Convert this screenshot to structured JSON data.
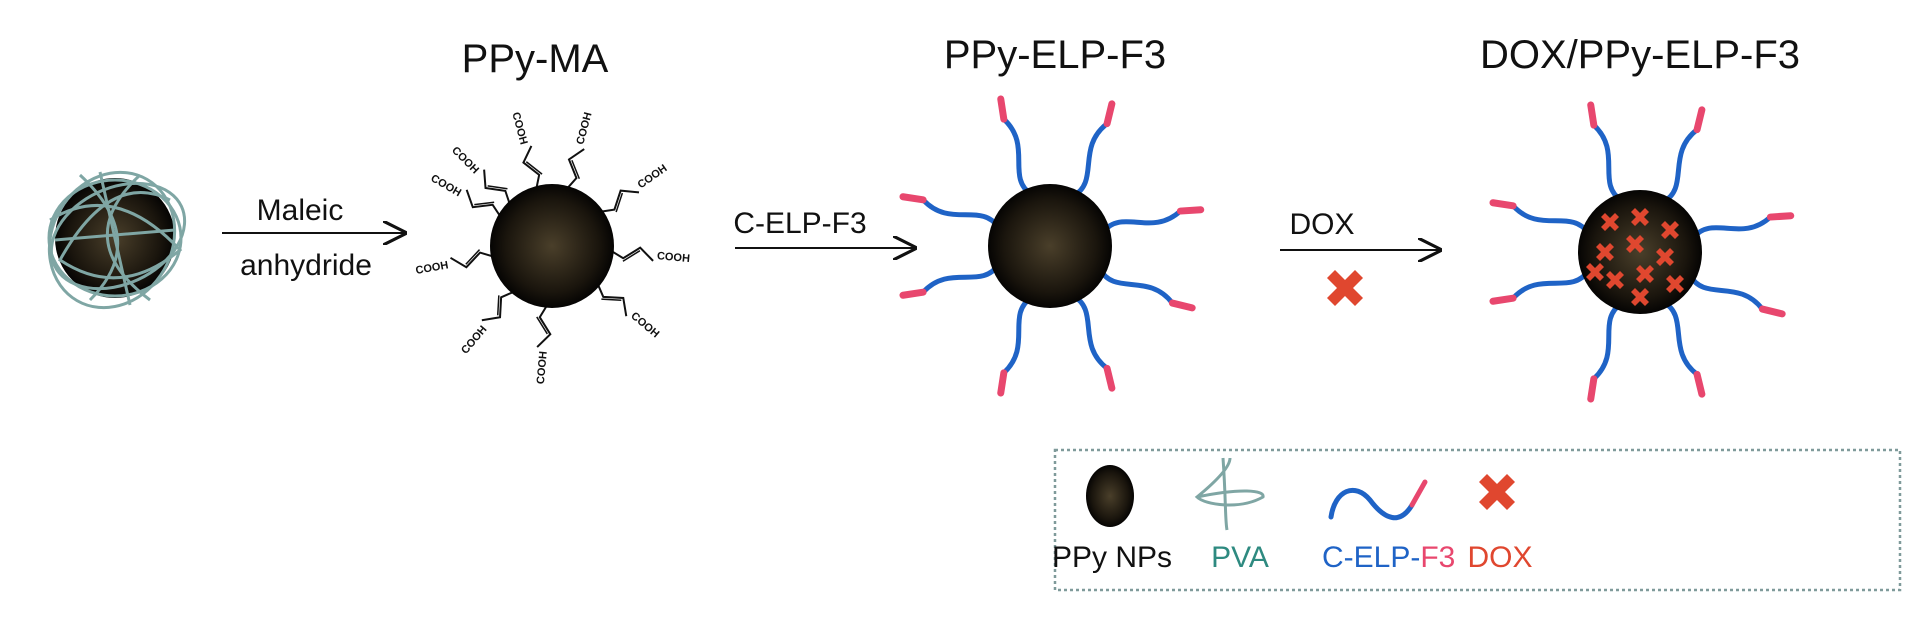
{
  "stages": {
    "s2_title": "PPy-MA",
    "s3_title": "PPy-ELP-F3",
    "s4_title": "DOX/PPy-ELP-F3"
  },
  "arrows": {
    "a1_top": "Maleic",
    "a1_bottom": "anhydride",
    "a2_top": "C-ELP-F3",
    "a3_top": "DOX"
  },
  "chem": {
    "cooh_label": "COOH"
  },
  "legend": {
    "ppy": "PPy NPs",
    "pva": "PVA",
    "celp_a": "C-ELP-",
    "celp_b": "F3",
    "dox": "DOX"
  },
  "colors": {
    "particle": "#1c170f",
    "pva": "#7fa6a4",
    "elp": "#1f63c6",
    "f3": "#e8476e",
    "dox": "#e0472f",
    "pva_text": "#2e8a80"
  }
}
